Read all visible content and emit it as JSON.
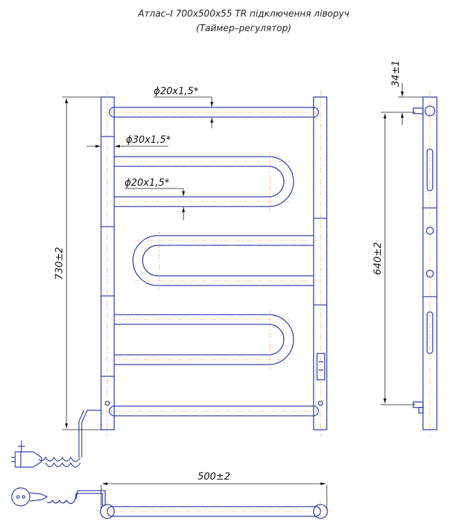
{
  "title": {
    "line1": "Атлас–І 700х500х55 TR підключення ліворуч",
    "line2": "(Таймер–регулятор)"
  },
  "dimensions": {
    "top_tube": "ϕ20х1,5*",
    "side_tube": "ϕ30х1,5*",
    "coil_tube": "ϕ20х1,5*",
    "height_total": "730±2",
    "width_total": "500±2",
    "side_offset": "34±1",
    "side_height": "640±2"
  },
  "colors": {
    "outline": "#2e3aa8",
    "dimension": "#111111",
    "centerline": "#e8a060"
  }
}
